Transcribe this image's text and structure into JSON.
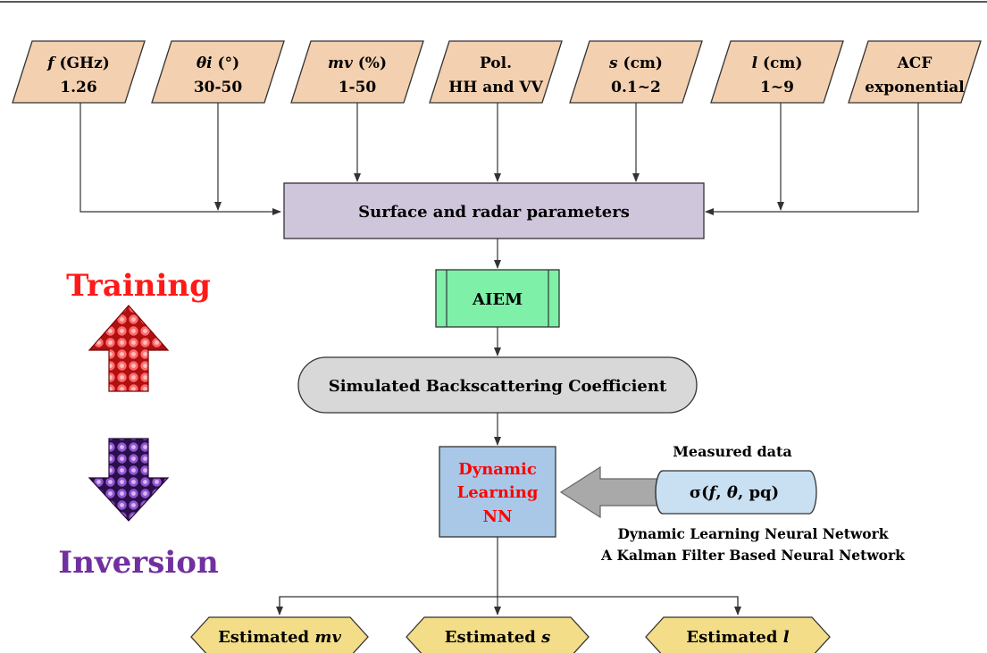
{
  "inputs": [
    {
      "name": "f",
      "unit": " (GHz)",
      "value": "1.26"
    },
    {
      "name": "θi",
      "unit": " (°)",
      "value": "30-50"
    },
    {
      "name": "mv",
      "unit": " (%)",
      "value": "1-50"
    },
    {
      "name": "Pol.",
      "unit": "",
      "value": "HH and VV"
    },
    {
      "name": "s",
      "unit": " (cm)",
      "value": "0.1~2"
    },
    {
      "name": "l",
      "unit": " (cm)",
      "value": "1~9"
    },
    {
      "name": "ACF",
      "unit": "",
      "value": "exponential"
    }
  ],
  "nodes": {
    "surface": "Surface and radar parameters",
    "aiem": "AIEM",
    "simulated": "Simulated Backscattering Coefficient",
    "nn_line1": "Dynamic",
    "nn_line2": "Learning",
    "nn_line3": "NN"
  },
  "measured": {
    "label": "Measured data",
    "sigma_prefix": "σ(",
    "sigma_f": "f",
    "sigma_sep1": ", ",
    "sigma_theta": "θ",
    "sigma_suffix": ", pq)"
  },
  "nn_description": {
    "line1": "Dynamic Learning Neural Network",
    "line2": "A Kalman Filter Based Neural Network"
  },
  "outputs": [
    {
      "prefix": "Estimated ",
      "var": "mv"
    },
    {
      "prefix": "Estimated ",
      "var": "s"
    },
    {
      "prefix": "Estimated ",
      "var": "l"
    }
  ],
  "side": {
    "training": "Training",
    "inversion": "Inversion"
  },
  "colors": {
    "input_fill": "#f3d0b0",
    "surface_fill": "#cfc6dc",
    "aiem_fill": "#7ef0a8",
    "simulated_fill": "#d8d8d8",
    "nn_fill": "#a9c8e8",
    "measured_fill": "#c9dff2",
    "output_fill": "#f3dd88",
    "training_color": "#ff1a1a",
    "inversion_color": "#7030a0",
    "nn_text_color": "#ff0000"
  }
}
